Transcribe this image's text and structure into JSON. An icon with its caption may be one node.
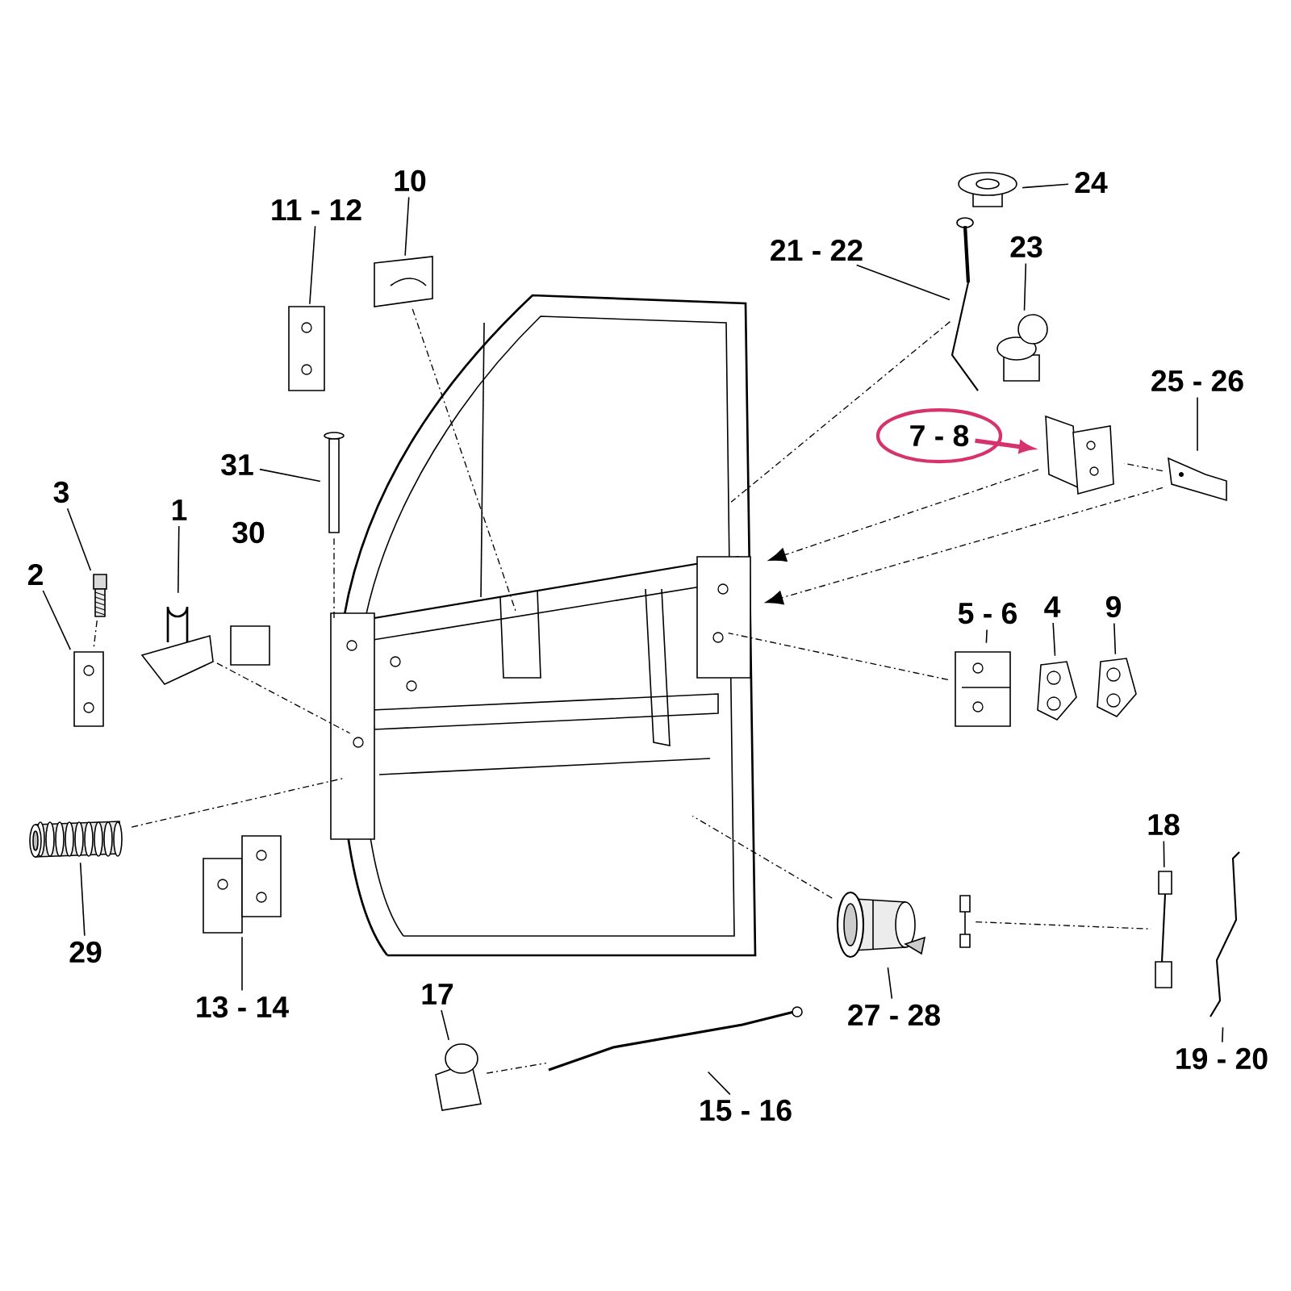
{
  "diagram": {
    "nodes": [
      {
        "text": [
          "24"
        ]
      },
      {
        "text": [
          "21 - 22"
        ]
      },
      {
        "text": [
          "23"
        ]
      },
      {
        "text": [
          "10"
        ]
      },
      {
        "text": [
          "11 - 12"
        ]
      },
      {
        "text": [
          "25 - 26"
        ]
      },
      {
        "text": [
          "7 - 8"
        ]
      },
      {
        "text": [
          "31"
        ]
      },
      {
        "text": [
          "3"
        ]
      },
      {
        "text": [
          "1"
        ]
      },
      {
        "text": [
          "2"
        ]
      },
      {
        "text": [
          "5 - 6"
        ]
      },
      {
        "text": [
          "4"
        ]
      },
      {
        "text": [
          "9"
        ]
      },
      {
        "text": [
          "18"
        ]
      },
      {
        "text": [
          "29"
        ]
      },
      {
        "text": [
          "13 - 14"
        ]
      },
      {
        "text": [
          "17"
        ]
      },
      {
        "text": [
          "27 - 28"
        ]
      },
      {
        "text": [
          "19 - 20"
        ]
      },
      {
        "text": [
          "15 - 16"
        ]
      },
      {
        "text": [],
        "shape": "picture"
      },
      {
        "text": [],
        "shape": "picture"
      },
      {
        "text": [],
        "shape": "picture"
      },
      {
        "text": [],
        "shape": "picture"
      },
      {
        "text": [],
        "shape": "picture"
      },
      {
        "text": [],
        "shape": "picture"
      },
      {
        "text": [],
        "shape": "picture"
      },
      {
        "text": [],
        "shape": "picture"
      },
      {
        "text": [],
        "shape": "picture"
      },
      {
        "text": [],
        "shape": "picture"
      },
      {
        "text": [],
        "shape": "picture"
      },
      {
        "text": [],
        "shape": "picture"
      },
      {
        "text": [],
        "shape": "picture"
      },
      {
        "text": [],
        "shape": "picture"
      },
      {
        "text": [],
        "shape": "picture"
      },
      {
        "text": [],
        "shape": "picture"
      },
      {
        "text": [],
        "shape": "picture"
      },
      {
        "text": [],
        "shape": "picture"
      },
      {
        "text": [],
        "shape": "picture"
      },
      {
        "text": [],
        "shape": "picture"
      },
      {
        "text": [],
        "shape": "picture"
      },
      {
        "text": [],
        "shape": "picture"
      },
      {
        "text": [],
        "shape": "picture"
      }
    ],
    "edges": [
      {
        "from": 0,
        "to": 22,
        "arrow": "none"
      },
      {
        "from": 1,
        "to": 23,
        "arrow": "none"
      },
      {
        "from": 2,
        "to": 24,
        "arrow": "none"
      },
      {
        "from": 3,
        "to": 25,
        "arrow": "none"
      },
      {
        "from": 4,
        "to": 26,
        "arrow": "none"
      },
      {
        "from": 5,
        "to": 27,
        "arrow": "none"
      },
      {
        "from": 6,
        "to": 28,
        "arrow": "to",
        "style": "thick",
        "color": "#d6336c"
      },
      {
        "from": 7,
        "to": 29,
        "arrow": "none"
      },
      {
        "from": 8,
        "to": 30,
        "arrow": "none"
      },
      {
        "from": 9,
        "to": 31,
        "arrow": "none"
      },
      {
        "from": 10,
        "to": 32,
        "arrow": "none"
      },
      {
        "from": 11,
        "to": 33,
        "arrow": "none"
      },
      {
        "from": 12,
        "to": 34,
        "arrow": "none"
      },
      {
        "from": 13,
        "to": 35,
        "arrow": "none"
      },
      {
        "from": 14,
        "to": 36,
        "arrow": "none"
      },
      {
        "from": 15,
        "to": 37,
        "arrow": "none"
      },
      {
        "from": 16,
        "to": 38,
        "arrow": "none"
      },
      {
        "from": 17,
        "to": 39,
        "arrow": "none"
      },
      {
        "from": 18,
        "to": 40,
        "arrow": "none"
      },
      {
        "from": 19,
        "to": 41,
        "arrow": "none"
      },
      {
        "from": 20,
        "to": 42,
        "arrow": "none"
      },
      {
        "from": 25,
        "to": 21,
        "arrow": "none",
        "style": "dashed"
      },
      {
        "from": 29,
        "to": 21,
        "arrow": "none",
        "style": "dashed"
      },
      {
        "from": 30,
        "to": 32,
        "arrow": "none",
        "style": "dashed"
      },
      {
        "from": 31,
        "to": 21,
        "arrow": "none",
        "style": "dashed"
      },
      {
        "from": 37,
        "to": 21,
        "arrow": "none",
        "style": "dashed"
      },
      {
        "from": 23,
        "to": 21,
        "arrow": "none",
        "style": "dashed"
      },
      {
        "from": 28,
        "to": 21,
        "arrow": "to",
        "style": "dashed"
      },
      {
        "from": 27,
        "to": 21,
        "arrow": "to",
        "style": "dashed"
      },
      {
        "from": 27,
        "to": 28,
        "arrow": "none",
        "style": "dashed"
      },
      {
        "from": 33,
        "to": 21,
        "arrow": "none",
        "style": "dashed"
      },
      {
        "from": 40,
        "to": 21,
        "arrow": "none",
        "style": "dashed"
      },
      {
        "from": 39,
        "to": 42,
        "arrow": "none",
        "style": "dashed"
      },
      {
        "from": 43,
        "to": 36,
        "arrow": "none",
        "style": "dashed"
      }
    ],
    "labels": [
      "30"
    ]
  }
}
